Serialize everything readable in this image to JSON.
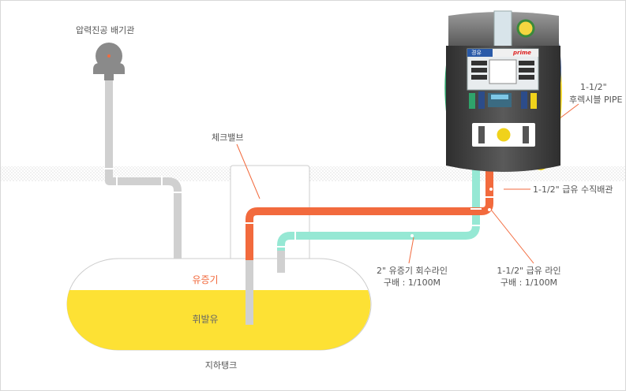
{
  "labels": {
    "vent": "압력진공 배기관",
    "check_valve": "체크밸브",
    "flexible_pipe_1": "1-1/2\"",
    "flexible_pipe_2": "후렉시블 PIPE",
    "riser": "1-1/2\" 급유 수직배관",
    "vapor_line_1": "2\" 유증기 회수라인",
    "vapor_line_2": "구배 : 1/100M",
    "supply_line_1": "1-1/2\" 급유 라인",
    "supply_line_2": "구배 : 1/100M",
    "vapor_space": "유증기",
    "gasoline": "휘발유",
    "tank": "지하탱크"
  },
  "dispenser": {
    "panel_title": "경유",
    "brand": "prime"
  },
  "colors": {
    "supply_line": "#f26a3d",
    "vapor_line": "#96e8d4",
    "vent_pipe": "#d0d0d0",
    "fuel": "#fde134",
    "tank_body": "#ffffff",
    "hose_left": "#2fa36b",
    "hose_right": "#f0d21b",
    "dispenser_body": "#4a4a4a"
  }
}
